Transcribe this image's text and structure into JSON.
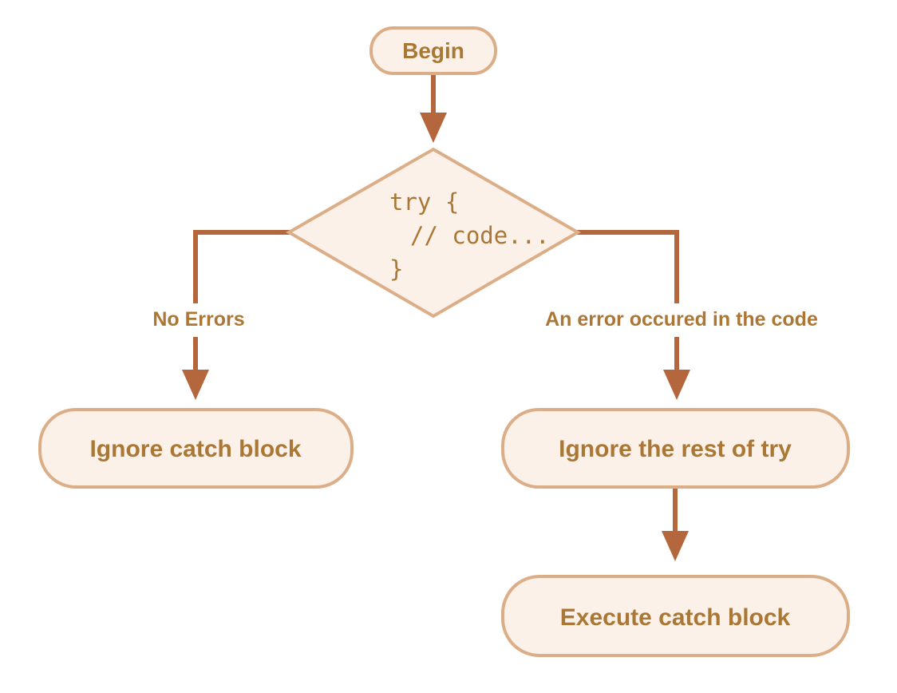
{
  "colors": {
    "background": "#FFFFFF",
    "node_fill": "#FBF1E9",
    "node_border": "#DBAE87",
    "node_text": "#AA7734",
    "label_text": "#AC7634",
    "connector": "#B4673C"
  },
  "nodes": {
    "begin": {
      "label": "Begin"
    },
    "decision": {
      "lines": [
        "try {",
        "// code...",
        "}"
      ]
    },
    "ignore_catch": {
      "label": "Ignore catch block"
    },
    "ignore_rest": {
      "label": "Ignore the rest of try"
    },
    "execute_catch": {
      "label": "Execute catch block"
    }
  },
  "edges": {
    "no_errors_label": "No Errors",
    "error_label": "An error occured in the code"
  }
}
